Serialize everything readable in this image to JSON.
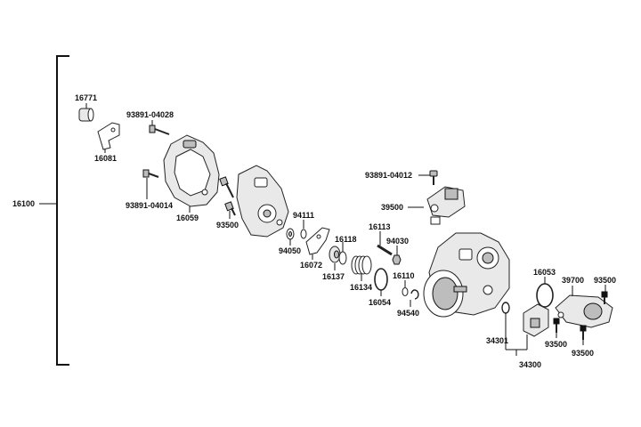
{
  "diagram": {
    "labels": {
      "l16100": "16100",
      "l16771": "16771",
      "l16081": "16081",
      "l93891_04028": "93891-04028",
      "l93891_04014": "93891-04014",
      "l16059": "16059",
      "l93500_a": "93500",
      "l94111": "94111",
      "l94050": "94050",
      "l16072": "16072",
      "l16118": "16118",
      "l16137": "16137",
      "l16113": "16113",
      "l94030": "94030",
      "l16134": "16134",
      "l16110": "16110",
      "l16054": "16054",
      "l94540": "94540",
      "l93891_04012": "93891-04012",
      "l39500": "39500",
      "l16053": "16053",
      "l39700": "39700",
      "l93500_b": "93500",
      "l93500_c": "93500",
      "l93500_d": "93500",
      "l34301": "34301",
      "l34300": "34300"
    }
  }
}
